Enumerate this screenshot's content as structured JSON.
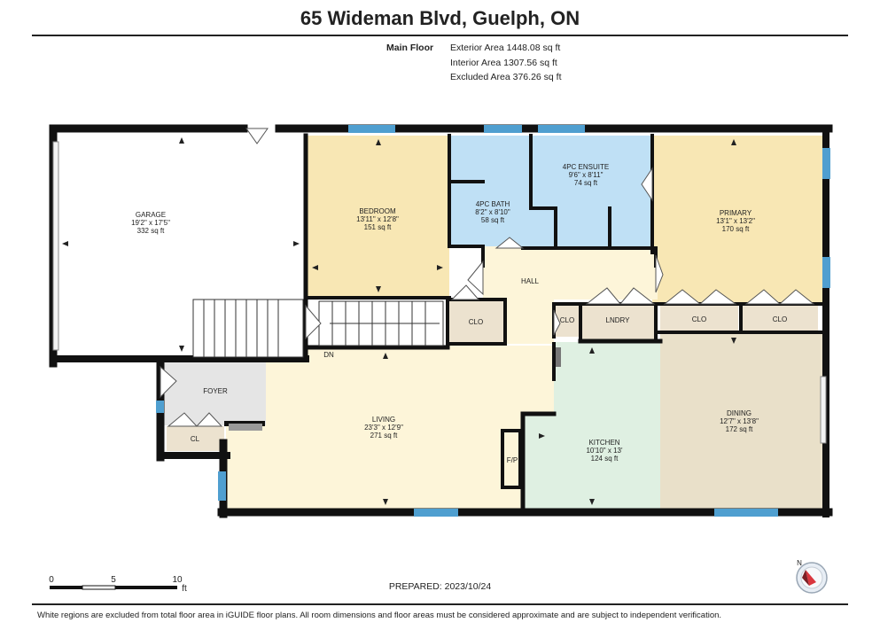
{
  "title": "65 Wideman Blvd, Guelph, ON",
  "floor_name": "Main Floor",
  "areas": {
    "exterior": "Exterior Area 1448.08 sq ft",
    "interior": "Interior Area 1307.56 sq ft",
    "excluded": "Excluded Area 376.26 sq ft"
  },
  "rooms": {
    "garage": {
      "name": "GARAGE",
      "dims": "19'2\" x 17'5\"",
      "area": "332 sq ft"
    },
    "bedroom": {
      "name": "BEDROOM",
      "dims": "13'11\" x 12'8\"",
      "area": "151 sq ft"
    },
    "bath": {
      "name": "4PC BATH",
      "dims": "8'2\" x 8'10\"",
      "area": "58 sq ft"
    },
    "ensuite": {
      "name": "4PC ENSUITE",
      "dims": "9'6\" x 8'11\"",
      "area": "74 sq ft"
    },
    "primary": {
      "name": "PRIMARY",
      "dims": "13'1\" x 13'2\"",
      "area": "170 sq ft"
    },
    "living": {
      "name": "LIVING",
      "dims": "23'3\" x 12'9\"",
      "area": "271 sq ft"
    },
    "kitchen": {
      "name": "KITCHEN",
      "dims": "10'10\" x 13'",
      "area": "124 sq ft"
    },
    "dining": {
      "name": "DINING",
      "dims": "12'7\" x 13'8\"",
      "area": "172 sq ft"
    }
  },
  "labels": {
    "hall": "HALL",
    "foyer": "FOYER",
    "closet": "CLO",
    "closet_foyer": "CL",
    "laundry": "LNDRY",
    "fireplace": "F/P",
    "stairs_down": "DN"
  },
  "scale_bar": {
    "ticks": [
      "0",
      "5",
      "10"
    ],
    "unit": "ft"
  },
  "compass": {
    "label": "N",
    "icon": "compass-icon"
  },
  "prepared": "PREPARED: 2023/10/24",
  "disclaimer": "White regions are excluded from total floor area in iGUIDE floor plans. All room dimensions and floor areas must be considered approximate and are subject to independent verification.",
  "colors": {
    "bedroom": "#f8e7b4",
    "bath": "#bfe0f5",
    "hall": "#fdf5d9",
    "closet": "#ece2cf",
    "kitchen": "#dff0e2",
    "dining": "#e9e0c9",
    "foyer": "#e5e5e5",
    "wall": "#111111",
    "window": "#4f9fd0"
  }
}
